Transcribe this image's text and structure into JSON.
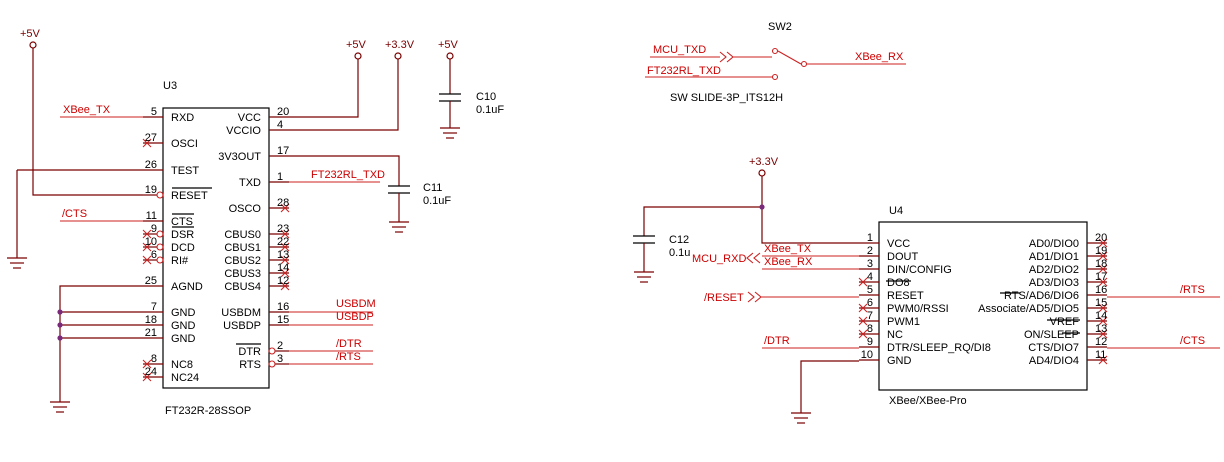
{
  "u3": {
    "ref": "U3",
    "part": "FT232R-28SSOP",
    "left": [
      {
        "num": "5",
        "name": "RXD"
      },
      {
        "num": "27",
        "name": "OSCI"
      },
      {
        "num": "26",
        "name": "TEST"
      },
      {
        "num": "19",
        "name": "RESET"
      },
      {
        "num": "11",
        "name": "CTS"
      },
      {
        "num": "9",
        "name": "DSR"
      },
      {
        "num": "10",
        "name": "DCD"
      },
      {
        "num": "6",
        "name": "RI#"
      },
      {
        "num": "25",
        "name": "AGND"
      },
      {
        "num": "7",
        "name": "GND"
      },
      {
        "num": "18",
        "name": "GND"
      },
      {
        "num": "21",
        "name": "GND"
      },
      {
        "num": "8",
        "name": "NC8"
      },
      {
        "num": "24",
        "name": "NC24"
      }
    ],
    "right": [
      {
        "num": "20",
        "name": "VCC"
      },
      {
        "num": "4",
        "name": "VCCIO"
      },
      {
        "num": "17",
        "name": "3V3OUT"
      },
      {
        "num": "1",
        "name": "TXD"
      },
      {
        "num": "28",
        "name": "OSCO"
      },
      {
        "num": "23",
        "name": "CBUS0"
      },
      {
        "num": "22",
        "name": "CBUS1"
      },
      {
        "num": "13",
        "name": "CBUS2"
      },
      {
        "num": "14",
        "name": "CBUS3"
      },
      {
        "num": "12",
        "name": "CBUS4"
      },
      {
        "num": "16",
        "name": "USBDM"
      },
      {
        "num": "15",
        "name": "USBDP"
      },
      {
        "num": "2",
        "name": "DTR"
      },
      {
        "num": "3",
        "name": "RTS"
      }
    ]
  },
  "u4": {
    "ref": "U4",
    "part": "XBee/XBee-Pro",
    "left": [
      {
        "num": "1",
        "name": "VCC"
      },
      {
        "num": "2",
        "name": "DOUT"
      },
      {
        "num": "3",
        "name": "DIN/CONFIG"
      },
      {
        "num": "4",
        "name": "DO8"
      },
      {
        "num": "5",
        "name": "RESET"
      },
      {
        "num": "6",
        "name": "PWM0/RSSI"
      },
      {
        "num": "7",
        "name": "PWM1"
      },
      {
        "num": "8",
        "name": "NC"
      },
      {
        "num": "9",
        "name": "DTR/SLEEP_RQ/DI8"
      },
      {
        "num": "10",
        "name": "GND"
      }
    ],
    "right": [
      {
        "num": "20",
        "name": "AD0/DIO0"
      },
      {
        "num": "19",
        "name": "AD1/DIO1"
      },
      {
        "num": "18",
        "name": "AD2/DIO2"
      },
      {
        "num": "17",
        "name": "AD3/DIO3"
      },
      {
        "num": "16",
        "name": "RTS/AD6/DIO6"
      },
      {
        "num": "15",
        "name": "Associate/AD5/DIO5"
      },
      {
        "num": "14",
        "name": "VREF"
      },
      {
        "num": "13",
        "name": "ON/SLEEP"
      },
      {
        "num": "12",
        "name": "CTS/DIO7"
      },
      {
        "num": "11",
        "name": "AD4/DIO4"
      }
    ]
  },
  "sw2": {
    "ref": "SW2",
    "part": "SW SLIDE-3P_ITS12H"
  },
  "c10": {
    "ref": "C10",
    "value": "0.1uF"
  },
  "c11": {
    "ref": "C11",
    "value": "0.1uF"
  },
  "c12": {
    "ref": "C12",
    "value": "0.1u"
  },
  "power": {
    "p5v": "+5V",
    "p33v": "+3.3V"
  },
  "nets": {
    "xbee_tx": "XBee_TX",
    "xbee_rx": "XBee_RX",
    "mcu_txd": "MCU_TXD",
    "mcu_rxd": "MCU_RXD",
    "ft232rl_txd": "FT232RL_TXD",
    "cts": "/CTS",
    "dtr": "/DTR",
    "rts": "/RTS",
    "reset": "/RESET",
    "usbdm": "USBDM",
    "usbdp": "USBDP"
  }
}
